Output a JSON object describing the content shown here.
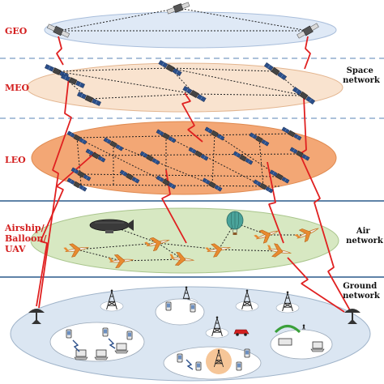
{
  "layers": {
    "geo": "GEO",
    "meo": "MEO",
    "leo": "LEO",
    "air": [
      "Airship/",
      "Balloon/",
      "UAV"
    ]
  },
  "networks": {
    "space": [
      "Space",
      "network"
    ],
    "air": [
      "Air",
      "network"
    ],
    "ground": [
      "Ground",
      "network"
    ]
  },
  "colors": {
    "geo_ellipse": "#dfe9f6",
    "meo_ellipse": "#f9e3cf",
    "leo_ellipse": "#f3a775",
    "air_ellipse": "#d7e8c2",
    "ground_ellipse": "#dbe6f2",
    "divider_solid": "#2a5a8c",
    "divider_dashed": "#7a9cc4",
    "radio_link": "#e02020",
    "label_red": "#d42020"
  },
  "icons": [
    "satellite-icon",
    "airship-icon",
    "balloon-icon",
    "uav-icon",
    "base-station-icon",
    "ground-antenna-icon",
    "phone-icon",
    "laptop-icon",
    "car-icon",
    "router-icon"
  ]
}
